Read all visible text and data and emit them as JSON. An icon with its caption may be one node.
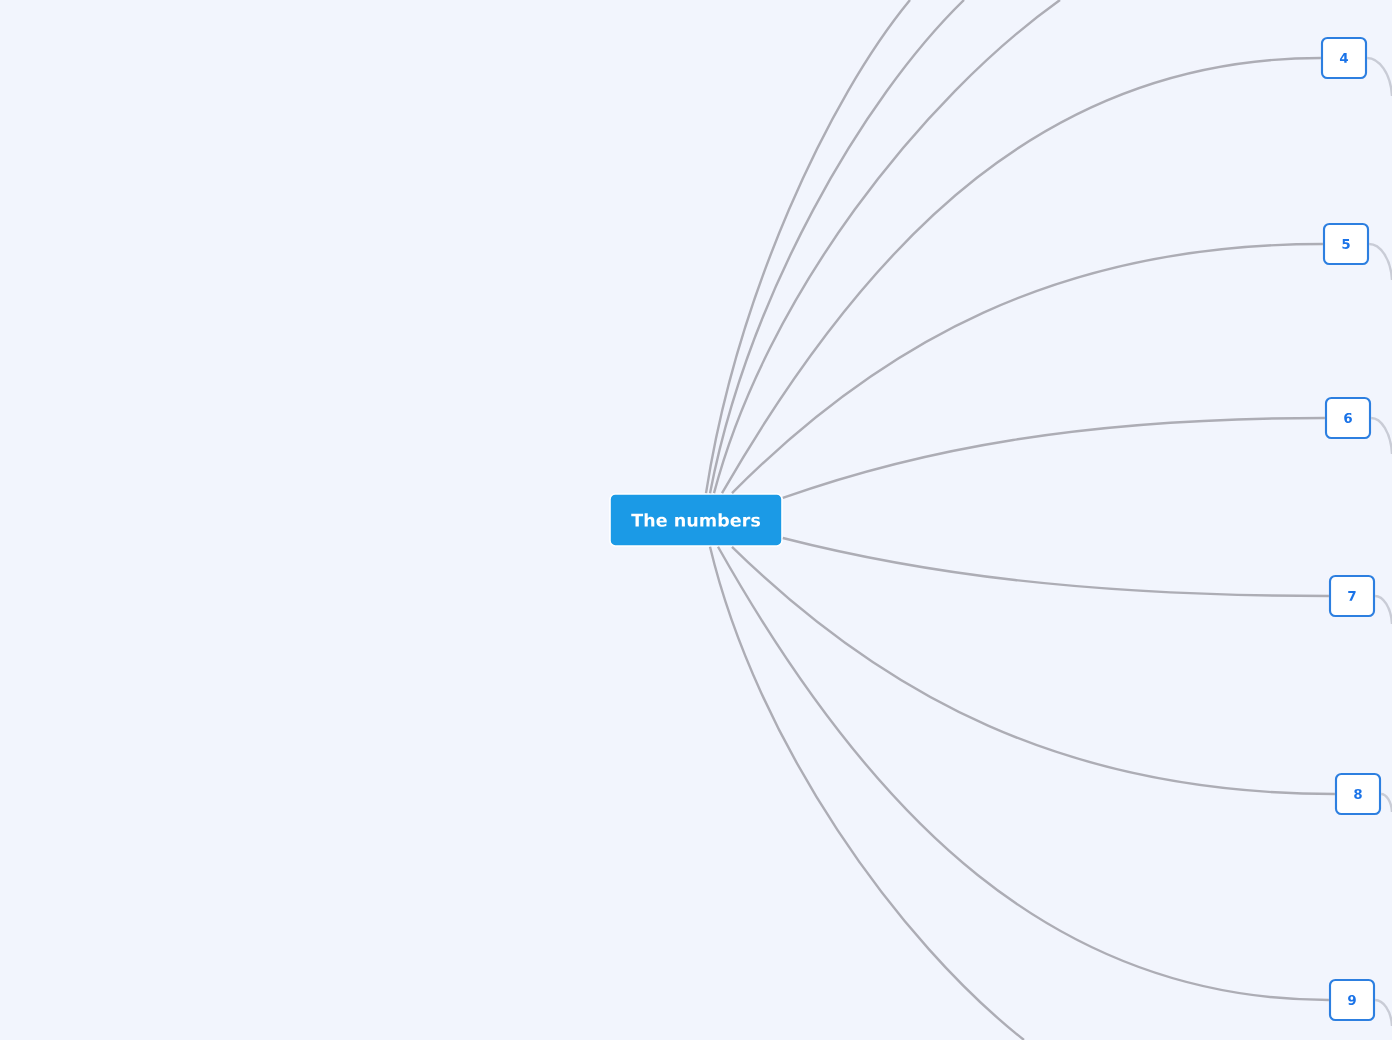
{
  "diagram": {
    "nodes": [
      {
        "text": [
          "The numbers"
        ]
      },
      {
        "text": [
          "4"
        ]
      },
      {
        "text": [
          "5"
        ]
      },
      {
        "text": [
          "6"
        ]
      },
      {
        "text": [
          "7"
        ]
      },
      {
        "text": [
          "8"
        ]
      },
      {
        "text": [
          "9"
        ]
      }
    ],
    "edges": [
      {
        "from": 0,
        "to": null,
        "arrow": "none"
      },
      {
        "from": 0,
        "to": null,
        "arrow": "none"
      },
      {
        "from": 0,
        "to": null,
        "arrow": "none"
      },
      {
        "from": 0,
        "to": 1,
        "arrow": "none"
      },
      {
        "from": 0,
        "to": 2,
        "arrow": "none"
      },
      {
        "from": 0,
        "to": 3,
        "arrow": "none"
      },
      {
        "from": 0,
        "to": 4,
        "arrow": "none"
      },
      {
        "from": 0,
        "to": 5,
        "arrow": "none"
      },
      {
        "from": 0,
        "to": 6,
        "arrow": "none"
      },
      {
        "from": 0,
        "to": null,
        "arrow": "none"
      },
      {
        "from": 1,
        "to": null,
        "arrow": "none",
        "color": "#c9ccd6"
      },
      {
        "from": 2,
        "to": null,
        "arrow": "none",
        "color": "#c9ccd6"
      },
      {
        "from": 3,
        "to": null,
        "arrow": "none",
        "color": "#c9ccd6"
      },
      {
        "from": 4,
        "to": null,
        "arrow": "none",
        "color": "#c9ccd6"
      },
      {
        "from": 5,
        "to": null,
        "arrow": "none",
        "color": "#c9ccd6"
      },
      {
        "from": 6,
        "to": null,
        "arrow": "none",
        "color": "#c9ccd6"
      }
    ]
  }
}
